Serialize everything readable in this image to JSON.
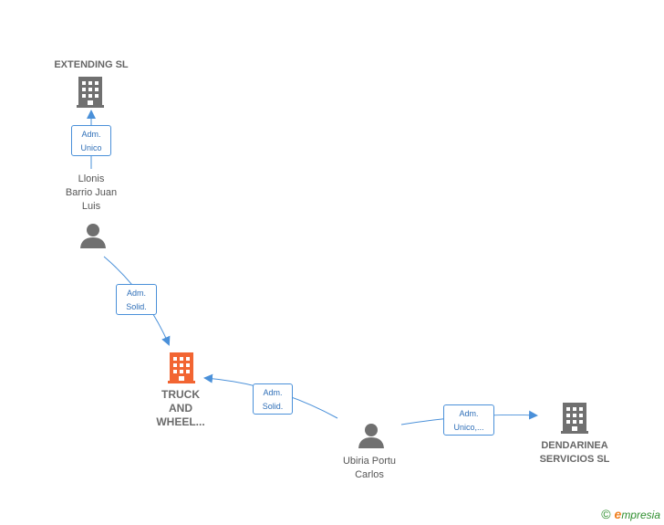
{
  "nodes": {
    "extending": {
      "label": "EXTENDING SL"
    },
    "llonis": {
      "label": "Llonis\nBarrio Juan\nLuis"
    },
    "truck": {
      "label": "TRUCK\nAND\nWHEEL..."
    },
    "ubiria": {
      "label": "Ubiria Portu\nCarlos"
    },
    "dendarinea": {
      "label": "DENDARINEA\nSERVICIOS  SL"
    }
  },
  "edges": {
    "llonis_extending": "Adm.\nUnico",
    "llonis_truck": "Adm.\nSolid.",
    "ubiria_truck": "Adm.\nSolid.",
    "ubiria_dendarinea": "Adm.\nUnico,..."
  },
  "colors": {
    "edge": "#4a90d9",
    "building": "#707070",
    "focus_building": "#f26532",
    "person": "#707070"
  },
  "brand": {
    "copyright": "©",
    "name": "mpresia",
    "initial": "e"
  }
}
